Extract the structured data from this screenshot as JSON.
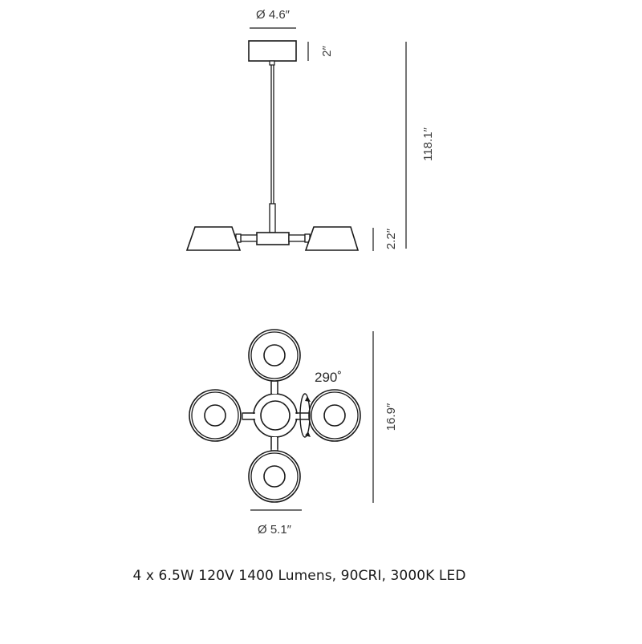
{
  "side_view": {
    "canopy_diameter": "Ø 4.6″",
    "canopy_height": "2″",
    "overall_height": "118.1″",
    "shade_height": "2.2″"
  },
  "top_view": {
    "rotation": "290˚",
    "overall_width": "16.9″",
    "shade_diameter": "Ø 5.1″"
  },
  "specs": {
    "line": "4 x 6.5W 120V 1400 Lumens, 90CRI, 3000K LED"
  },
  "colors": {
    "line": "#1a1a1a",
    "dimension_text": "#3a3a3a",
    "background": "#ffffff"
  }
}
